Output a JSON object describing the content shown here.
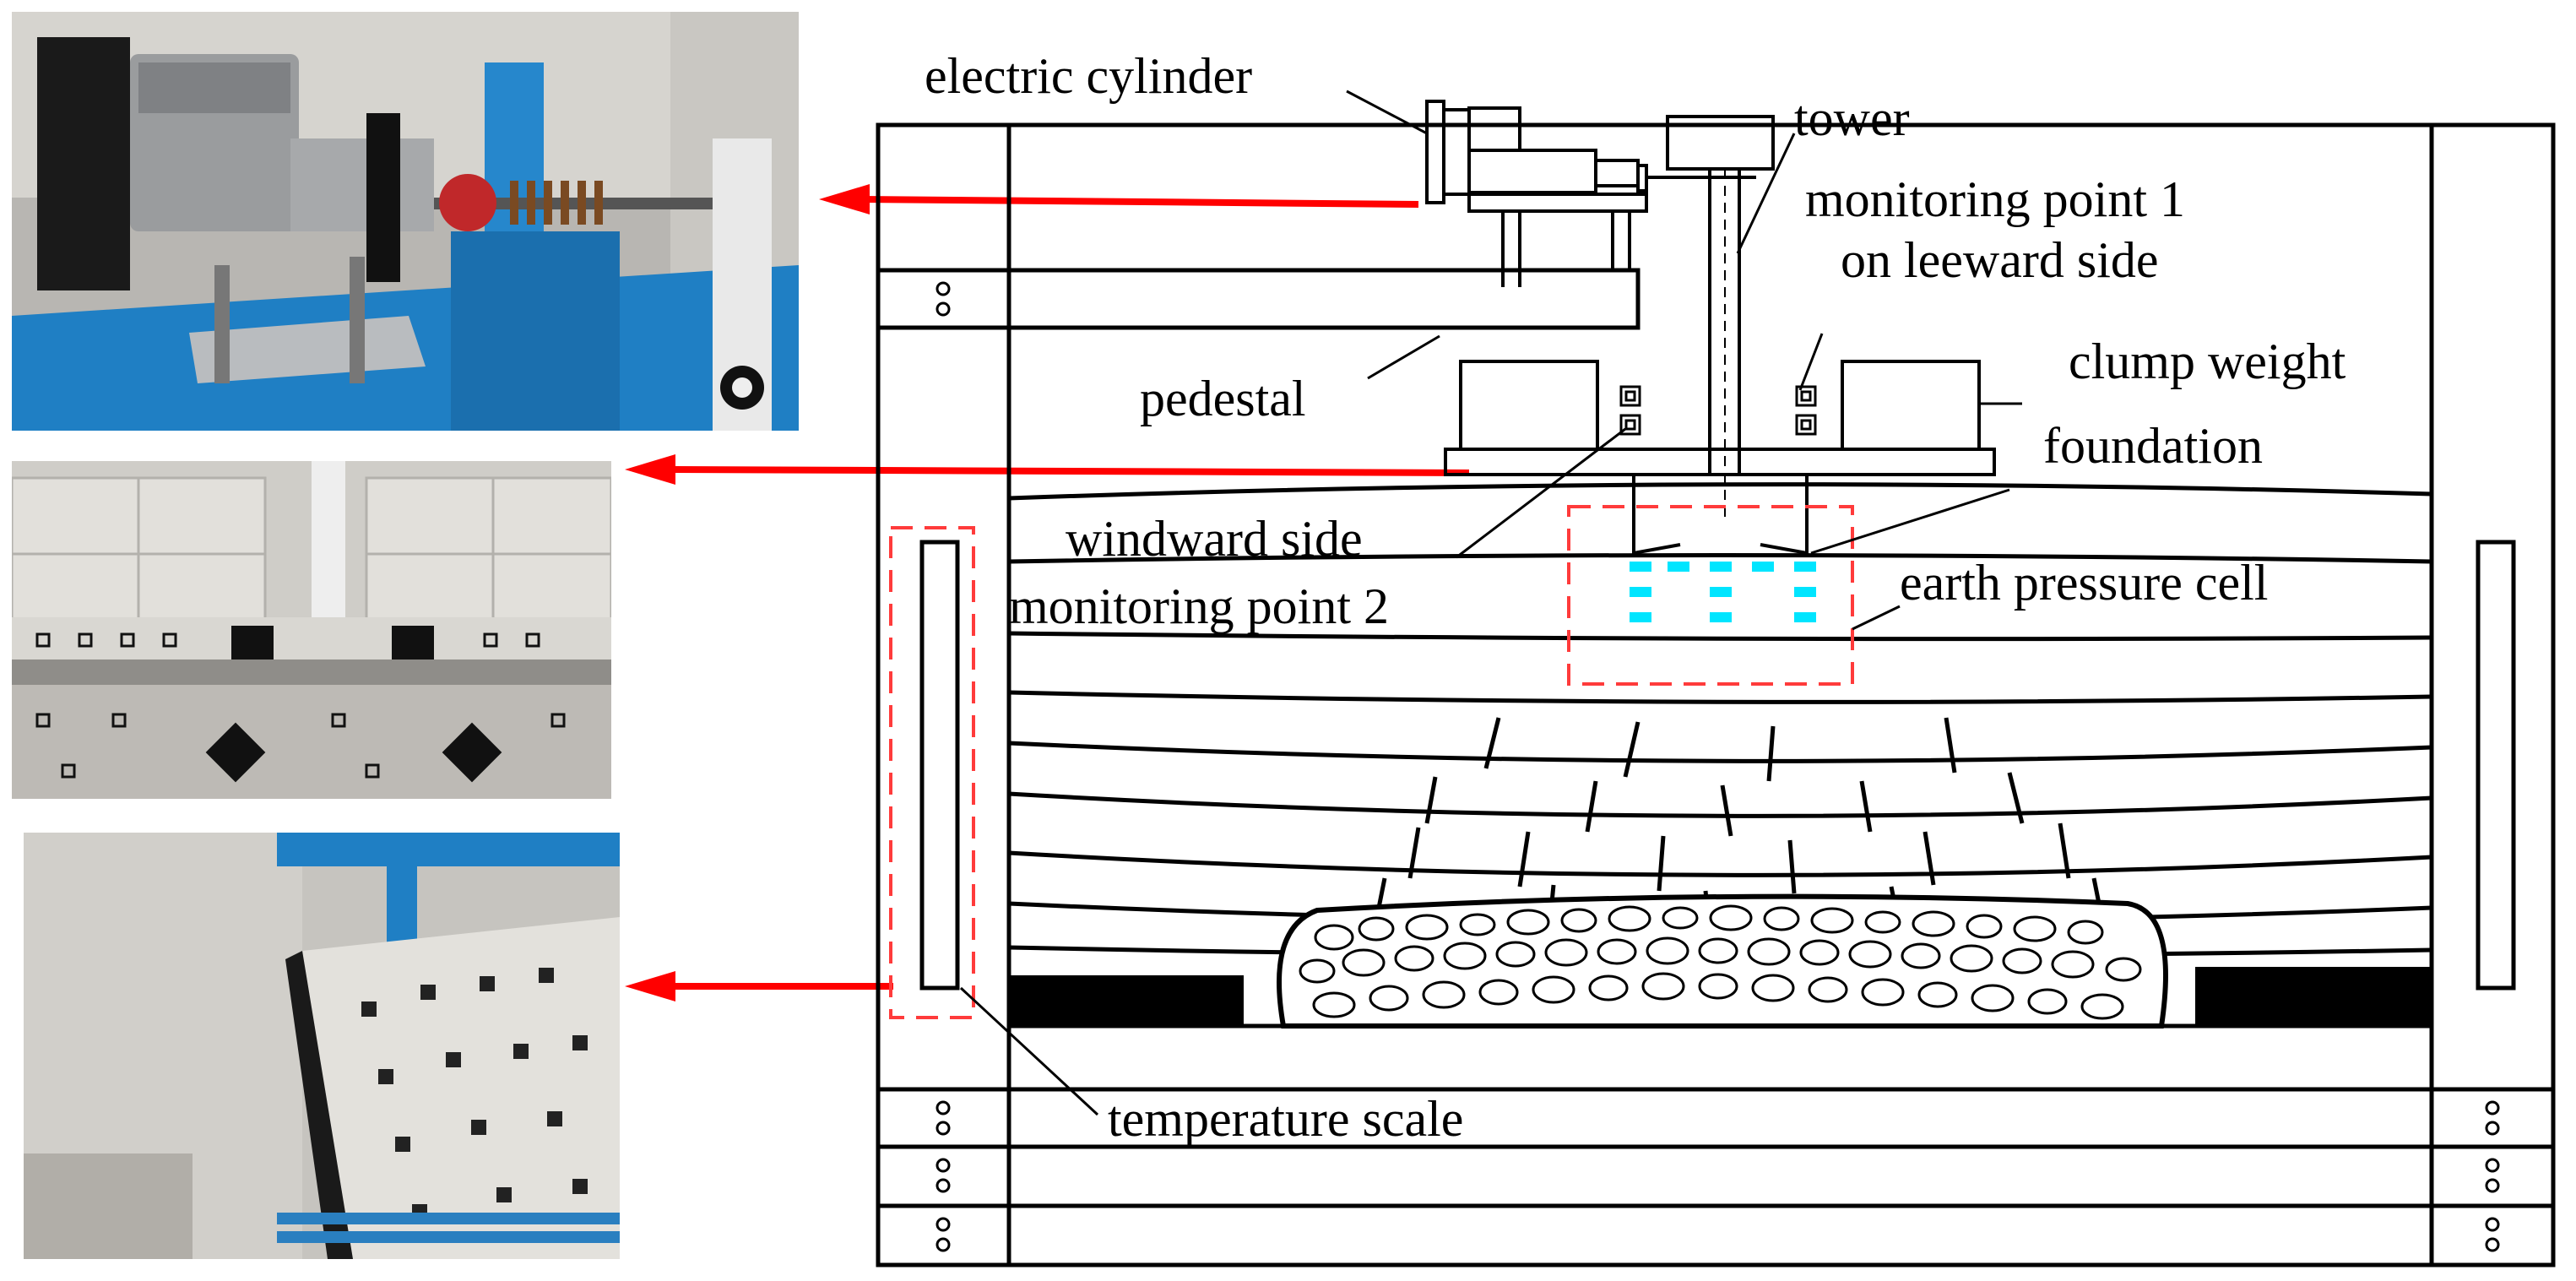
{
  "labels": {
    "electric_cylinder": "electric cylinder",
    "tower": "tower",
    "monitoring_point_1_line1": "monitoring point 1",
    "monitoring_point_1_line2": "on leeward side",
    "clump_weight": "clump weight",
    "pedestal": "pedestal",
    "foundation": "foundation",
    "windward_side": "windward side",
    "monitoring_point_2": "monitoring point 2",
    "earth_pressure_cell": "earth pressure cell",
    "temperature_scale": "temperature scale"
  },
  "colors": {
    "arrow": "#ff0000",
    "highlight_box": "#ff3b3b",
    "pressure_cell": "#00e5ff",
    "frame_blue": "#1f7fc4",
    "line": "#000000"
  }
}
